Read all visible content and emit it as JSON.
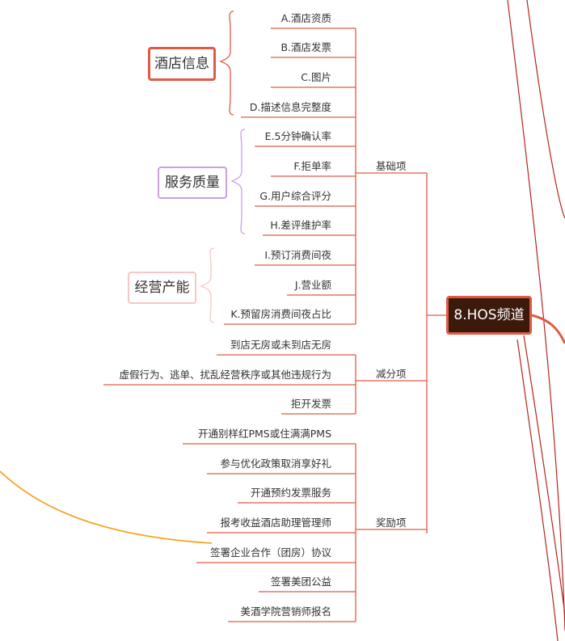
{
  "root": {
    "label": "8.HOS频道"
  },
  "colors": {
    "branch": "#e05a45",
    "root_bg": "#3b1a0c",
    "dark_edges": "#b3261e",
    "orange_curve": "#f5a623",
    "group_hotel": "#e05a45",
    "group_service": "#c9a0e0",
    "group_operation": "#f5c6c4"
  },
  "branches": [
    {
      "label": "基础项",
      "groups": [
        {
          "label": "酒店信息",
          "items": [
            "A.酒店资质",
            "B.酒店发票",
            "C.图片",
            "D.描述信息完整度"
          ]
        },
        {
          "label": "服务质量",
          "items": [
            "E.5分钟确认率",
            "F.拒单率",
            "G.用户综合评分",
            "H.差评维护率"
          ]
        },
        {
          "label": "经营产能",
          "items": [
            "I.预订消费间夜",
            "J.营业额",
            "K.预留房消费间夜占比"
          ]
        }
      ]
    },
    {
      "label": "减分项",
      "items": [
        "到店无房或未到店无房",
        "虚假行为、逃单、扰乱经营秩序或其他违规行为",
        "拒开发票"
      ]
    },
    {
      "label": "奖励项",
      "items": [
        "开通别样红PMS或住满满PMS",
        "参与优化政策取消享好礼",
        "开通预约发票服务",
        "报考收益酒店助理管理师",
        "签署企业合作（团房）协议",
        "签署美团公益",
        "美酒学院营销师报名"
      ]
    }
  ]
}
